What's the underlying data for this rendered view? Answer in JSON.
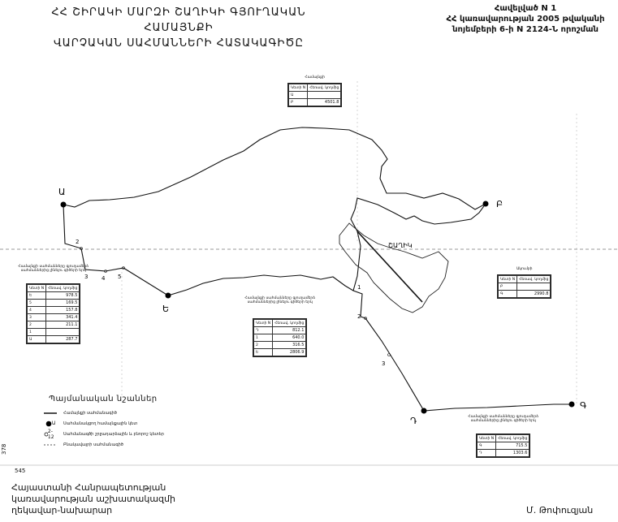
{
  "title": {
    "line1": "ՀՀ ՇԻՐԱԿԻ ՄԱՐԶԻ ՇԱՂԻԿԻ ԳՅՈՒՂԱԿԱՆ ՀԱՄԱՅՆՔԻ",
    "line2": "ՎԱՐՉԱԿԱՆ ՍԱՀՄԱՆՆԵՐԻ ՀԱՏԱԿԱԳԻԾԸ"
  },
  "appendix": {
    "line1": "Հավելված N 1",
    "line2": "ՀՀ կառավարության 2005 թվականի",
    "line3": "նոյեմբերի 6-ի N 2124-Ն որոշման"
  },
  "points": {
    "A": "Ա",
    "B": "Բ",
    "E": "Ե",
    "D": "Դ",
    "G": "Գ"
  },
  "settlement_label": "ՇԱՂԻԿ",
  "segment_marks": {
    "m2_left": "2",
    "m3_left": "3",
    "m4_left": "4",
    "m5_left": "5",
    "m1_right": "1",
    "m2_right": "2",
    "m3_right": "3"
  },
  "tables": {
    "top": {
      "caption": "Համայնքի",
      "h1": "Կետի N",
      "h2": "Հեռավ. կողմից",
      "rows": [
        {
          "k": "Ա",
          "v": ""
        },
        {
          "k": "Բ",
          "v": "4501.8"
        }
      ]
    },
    "left": {
      "caption": "Համայնքի սահմանները գյուղամերձ սահմաններից լինելու գիծերի երկ",
      "h1": "Կետի N",
      "h2": "Հեռավ. կողմից",
      "rows": [
        {
          "k": "Ե",
          "v": "978.5"
        },
        {
          "k": "5",
          "v": "169.5"
        },
        {
          "k": "4",
          "v": "157.8"
        },
        {
          "k": "3",
          "v": "341.4"
        },
        {
          "k": "2",
          "v": "211.1"
        },
        {
          "k": "1",
          "v": ""
        },
        {
          "k": "Ա",
          "v": "287.7"
        }
      ]
    },
    "center": {
      "caption": "Համայնքի սահմանները գյուղամերձ սահմաններից լինելու գիծերի երկ",
      "h1": "Կետի N",
      "h2": "Հեռավ. կողմից",
      "rows": [
        {
          "k": "Դ",
          "v": "812.1"
        },
        {
          "k": "1",
          "v": "640.0"
        },
        {
          "k": "2",
          "v": "316.5"
        },
        {
          "k": "Ե",
          "v": "2806.9"
        }
      ]
    },
    "right": {
      "caption": "Ակումբի",
      "h1": "Կետի N",
      "h2": "Հեռավ. կողմից",
      "rows": [
        {
          "k": "Բ",
          "v": ""
        },
        {
          "k": "Գ",
          "v": "2990.8"
        }
      ]
    },
    "bottom": {
      "caption": "Համայնքի սահմանները գյուղամերձ սահմաններից լինելու գիծերի երկ",
      "h1": "Կետի N",
      "h2": "Հեռավ. կողմից",
      "rows": [
        {
          "k": "Գ",
          "v": "715.5"
        },
        {
          "k": "Դ",
          "v": "1303.6"
        }
      ]
    }
  },
  "legend": {
    "title": "Պայմանական նշաններ",
    "items": [
      {
        "sym": "",
        "label": "Համայնքի սահմանագիծ"
      },
      {
        "sym": "Ա",
        "label": "Սահմանակցող համայնքային կետ"
      },
      {
        "sym": "2-12",
        "label": "Սահմանագծի շրջադարձային և բնորոշ կետեր"
      },
      {
        "sym": "",
        "label": "Բնակավայրի սահմանագիծ"
      }
    ]
  },
  "margin_numbers": {
    "left_vertical": "378",
    "bottom_left": "545"
  },
  "footer": {
    "left1": "Հայաստանի Հանրապետության",
    "left2": "կառավարության աշխատակազմի",
    "left3": "ղեկավար-նախարար",
    "right": "Մ. Թոփուզյան"
  }
}
